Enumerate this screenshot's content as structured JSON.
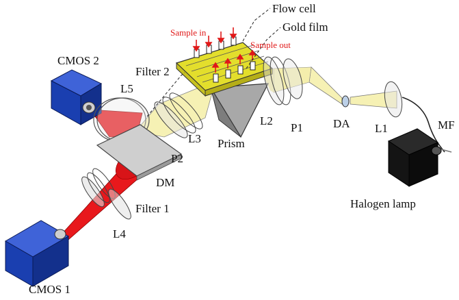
{
  "labels": {
    "flow_cell": "Flow cell",
    "gold_film": "Gold film",
    "sample_in": "Sample in",
    "sample_out": "Sample out",
    "cmos2": "CMOS 2",
    "filter2": "Filter 2",
    "l5": "L5",
    "l3": "L3",
    "p2": "P2",
    "dm": "DM",
    "filter1": "Filter 1",
    "l4": "L4",
    "cmos1": "CMOS 1",
    "prism": "Prism",
    "l2": "L2",
    "p1": "P1",
    "da": "DA",
    "l1": "L1",
    "mf": "MF",
    "halogen_lamp": "Halogen lamp"
  },
  "colors": {
    "camera_blue": "#1a3fb0",
    "beam_red": "#e8181c",
    "beam_yellow": "#f6f1b4",
    "lens_gray": "#d9d9d9",
    "prism_gray": "#8f8f8f",
    "flow_cell_yellow": "#e3de2c",
    "lamp_black": "#141414",
    "annotation_red": "#e01818"
  }
}
